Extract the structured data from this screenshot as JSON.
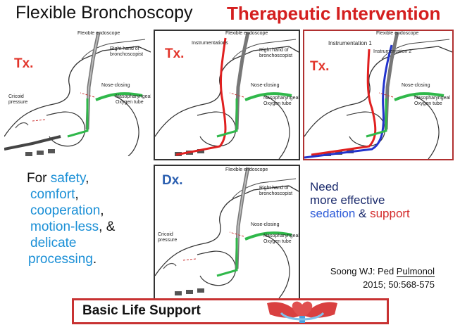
{
  "title": {
    "left": "Flexible Bronchoscopy",
    "right": "Therapeutic Intervention"
  },
  "panels": {
    "p1": {
      "tag": "Tx.",
      "labels": {
        "scope": "Flexible endoscope",
        "hand": "Right hand of bronchoscopist",
        "cricoid": "Cricoid pressure",
        "nose": "Nose-closing",
        "naso": "Nasopharyngeal Oxygen tube"
      }
    },
    "p2": {
      "tag": "Tx.",
      "labels": {
        "instr": "Instrumentations",
        "scope": "Flexible endoscope",
        "hand": "Right hand of bronchoscopist",
        "nose": "Nose-closing",
        "naso": "Nasopharyngeal Oxygen tube"
      }
    },
    "p3": {
      "tag": "Tx.",
      "labels": {
        "instr1": "Instrumentation 1",
        "instr2": "Instrumentation 2",
        "scope": "Flexible endoscope",
        "nose": "Nose-closing",
        "naso": "Nasopharyngeal Oxygen tube"
      }
    },
    "p4": {
      "tag": "Dx.",
      "labels": {
        "scope": "Flexible endoscope",
        "hand": "Right hand of bronchoscopist",
        "cricoid": "Cricoid pressure",
        "nose": "Nose-closing",
        "naso": "Nasopharyngeal Oxygen tube"
      }
    }
  },
  "left_text": {
    "for": "For ",
    "safety": "safety",
    "c1": ",",
    "comfort": "comfort",
    "c2": ",",
    "cooperation": "cooperation",
    "c3": ",",
    "motionless": "motion-less",
    "c4": ", &",
    "delicate": "delicate",
    "processing": "processing",
    "dot": "."
  },
  "right_text": {
    "need": "Need",
    "more": "more effective",
    "sedation": "sedation",
    "amp": " & ",
    "support": "support"
  },
  "citation": {
    "author": "Soong WJ: Ped ",
    "journal": "Pulmonol",
    "ref": "2015; 50:568-575"
  },
  "footer": {
    "label": "Basic Life Support"
  },
  "colors": {
    "title_red": "#d41f1f",
    "cyan": "#1a8fd6",
    "navy": "#1a2a6c",
    "blue": "#2d5bd8",
    "red": "#d32a2a",
    "tube_green": "#2fb84a"
  }
}
